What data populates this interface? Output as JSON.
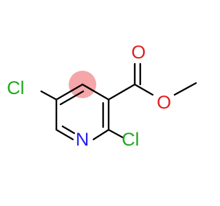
{
  "molecule": {
    "atoms": [
      {
        "symbol": "Cl",
        "color": "#1fa81f"
      },
      {
        "symbol": "Cl",
        "color": "#1fa81f"
      },
      {
        "symbol": "N",
        "color": "#1f1ff0"
      },
      {
        "symbol": "O",
        "color": "#e0201e"
      },
      {
        "symbol": "O",
        "color": "#e0201e"
      }
    ],
    "bond_color": "#000000",
    "highlight": {
      "color": "#f4a6a8"
    }
  }
}
